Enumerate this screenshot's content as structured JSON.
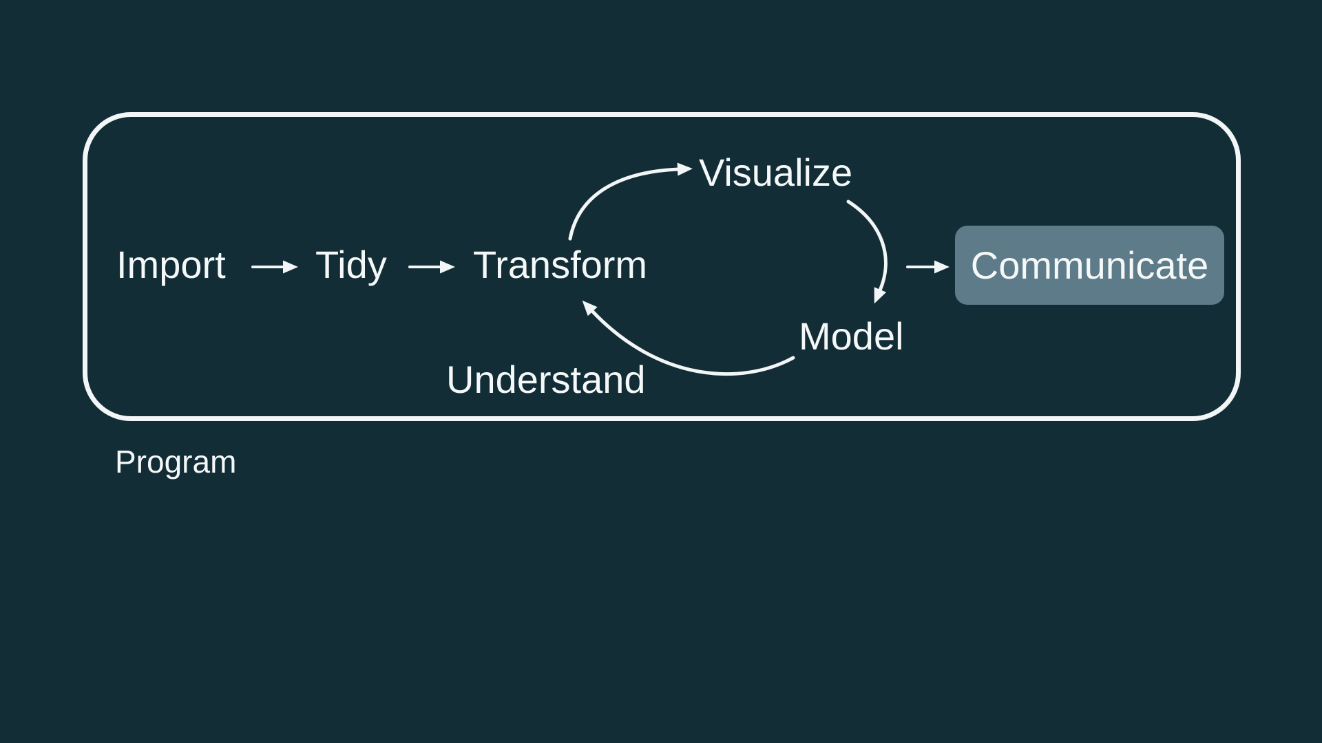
{
  "colors": {
    "background": "#132D37",
    "text": "#F5F8F8",
    "line": "#F2F6F7",
    "communicate_fill": "#5E7B89"
  },
  "diagram": {
    "type": "flow-diagram",
    "description_nodes": {
      "import": {
        "label": "Import"
      },
      "tidy": {
        "label": "Tidy"
      },
      "transform": {
        "label": "Transform"
      },
      "visualize": {
        "label": "Visualize"
      },
      "model": {
        "label": "Model"
      },
      "communicate": {
        "label": "Communicate",
        "highlighted": true
      }
    },
    "group_labels": {
      "understand": {
        "label": "Understand",
        "annotates": "visualize-model-transform cycle"
      },
      "program": {
        "label": "Program",
        "annotates": "outer box"
      }
    },
    "edges": [
      {
        "from": "import",
        "to": "tidy"
      },
      {
        "from": "tidy",
        "to": "transform"
      },
      {
        "from": "transform",
        "to": "visualize",
        "style": "curved"
      },
      {
        "from": "visualize",
        "to": "model",
        "style": "curved"
      },
      {
        "from": "model",
        "to": "transform",
        "style": "curved"
      },
      {
        "from": "model",
        "to": "communicate"
      }
    ]
  }
}
